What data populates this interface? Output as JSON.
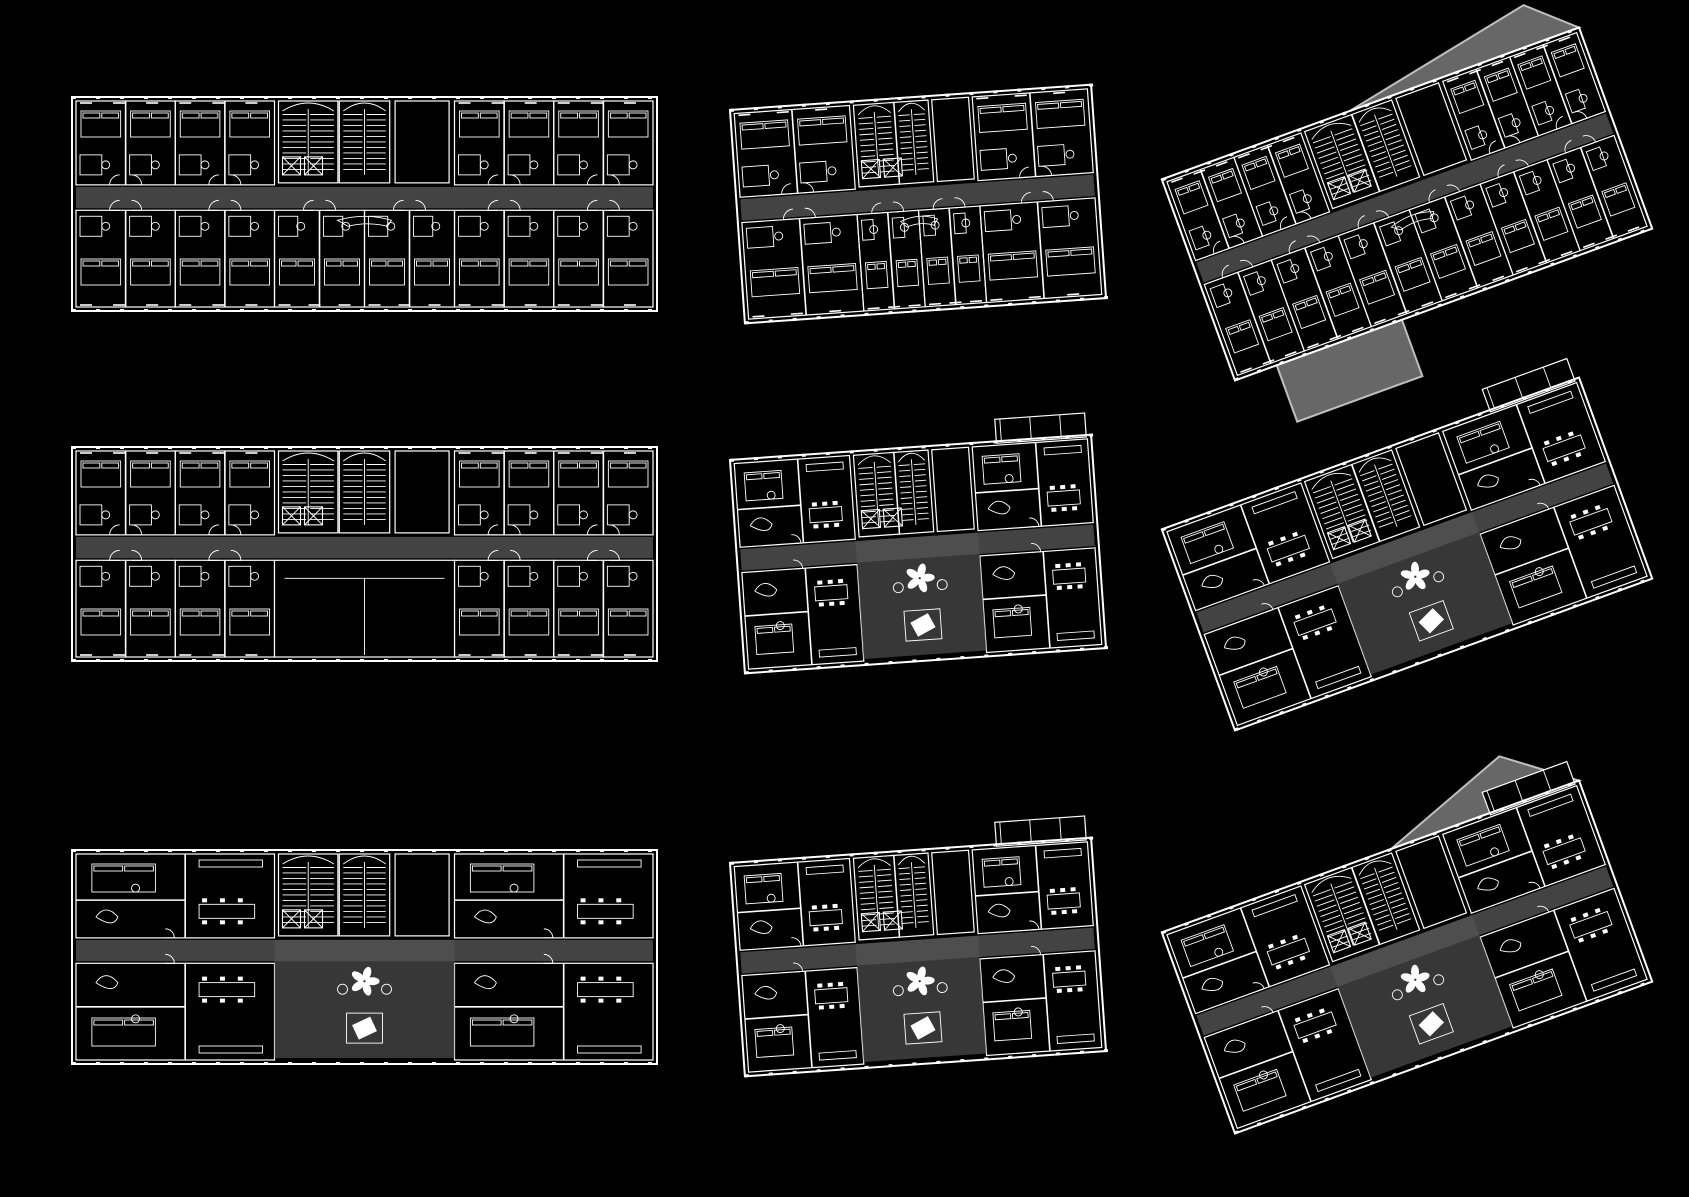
{
  "sheet": {
    "background": "#000000",
    "line_color": "#ffffff",
    "corridor_color": "#5a5a5a",
    "terrace_color": "#8a8a8a"
  },
  "plans": [
    {
      "id": "plan-row1-col1",
      "row": 1,
      "col": 1,
      "variant": "standard-rooms",
      "rotation": 0,
      "lobby": false,
      "terrace": null,
      "wing": false
    },
    {
      "id": "plan-row1-col2",
      "row": 1,
      "col": 2,
      "variant": "standard-rooms",
      "rotation": -4,
      "lobby": false,
      "terrace": null,
      "wing": false
    },
    {
      "id": "plan-row1-col3",
      "row": 1,
      "col": 3,
      "variant": "standard-rooms",
      "rotation": -20,
      "lobby": false,
      "terrace": "large",
      "wing": false
    },
    {
      "id": "plan-row2-col1",
      "row": 2,
      "col": 1,
      "variant": "rooms-with-open-hall",
      "rotation": 0,
      "lobby": false,
      "terrace": null,
      "wing": false
    },
    {
      "id": "plan-row2-col2",
      "row": 2,
      "col": 2,
      "variant": "apartments",
      "rotation": -4,
      "lobby": true,
      "terrace": null,
      "wing": true
    },
    {
      "id": "plan-row2-col3",
      "row": 2,
      "col": 3,
      "variant": "apartments",
      "rotation": -20,
      "lobby": true,
      "terrace": null,
      "wing": true
    },
    {
      "id": "plan-row3-col1",
      "row": 3,
      "col": 1,
      "variant": "apartments",
      "rotation": 0,
      "lobby": true,
      "terrace": null,
      "wing": false
    },
    {
      "id": "plan-row3-col2",
      "row": 3,
      "col": 2,
      "variant": "apartments",
      "rotation": -4,
      "lobby": true,
      "terrace": null,
      "wing": true
    },
    {
      "id": "plan-row3-col3",
      "row": 3,
      "col": 3,
      "variant": "apartments",
      "rotation": -20,
      "lobby": true,
      "terrace": "small",
      "wing": true
    }
  ]
}
